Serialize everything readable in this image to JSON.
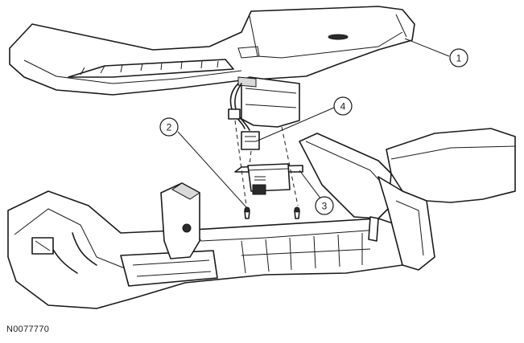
{
  "callouts": [
    {
      "label": "1"
    },
    {
      "label": "2"
    },
    {
      "label": "3"
    },
    {
      "label": "4"
    }
  ],
  "reference_code": "N0077770"
}
